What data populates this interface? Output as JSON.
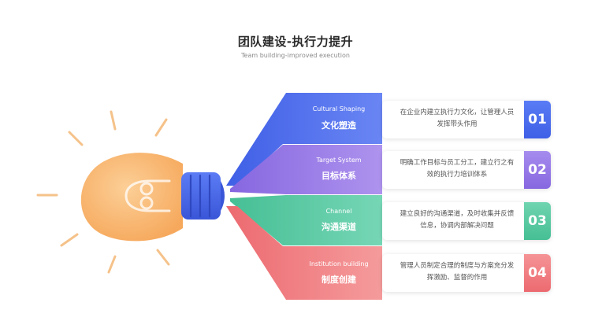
{
  "title": "团队建设-执行力提升",
  "subtitle": "Team building-improved execution",
  "colors": {
    "bulb": "#f8b56e",
    "rays": "#f5c28a",
    "socket": "#4c6ff0",
    "band1": "#4c6ff0",
    "band2": "#9a7de8",
    "band3": "#5cc9a3",
    "band4": "#f07b7e"
  },
  "sections": [
    {
      "en": "Cultural Shaping",
      "cn": "文化塑造",
      "desc_line1": "在企业内建立执行力文化，让管理人员",
      "desc_line2": "发挥带头作用",
      "num": "01"
    },
    {
      "en": "Target System",
      "cn": "目标体系",
      "desc_line1": "明确工作目标与员工分工，建立行之有",
      "desc_line2": "效的执行力培训体系",
      "num": "02"
    },
    {
      "en": "Channel",
      "cn": "沟通渠道",
      "desc_line1": "建立良好的沟通渠道，及时收集并反馈",
      "desc_line2": "信息，协调内部解决问题",
      "num": "03"
    },
    {
      "en": "Institution building",
      "cn": "制度创建",
      "desc_line1": "管理人员制定合理的制度与方案充分发",
      "desc_line2": "挥激励、监督的作用",
      "num": "04"
    }
  ]
}
